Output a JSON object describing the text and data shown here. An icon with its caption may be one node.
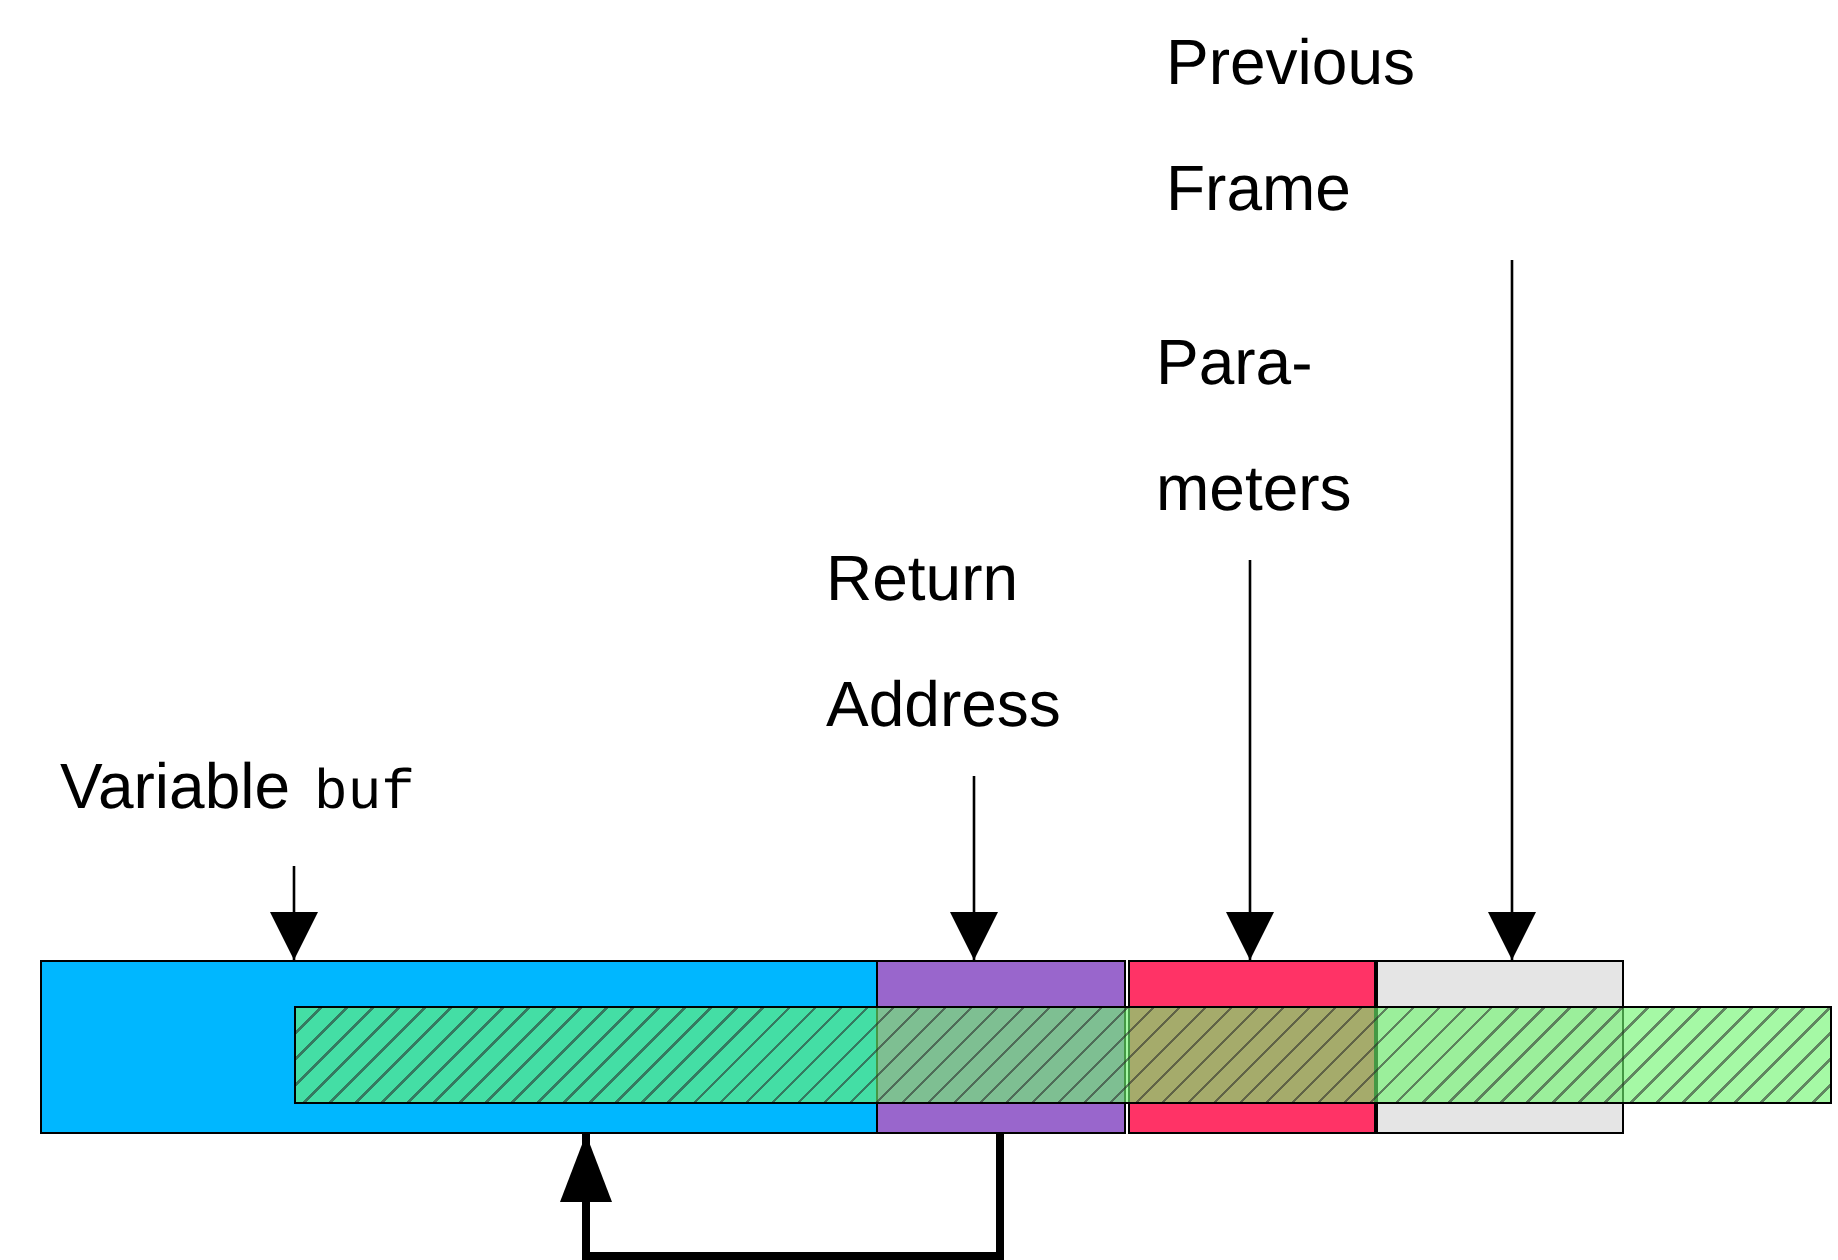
{
  "diagram": {
    "nodes": [
      {
        "text": [
          "Variable",
          "buf"
        ]
      },
      {
        "text": [
          "Return Address"
        ]
      },
      {
        "text": [
          "Para- meters"
        ]
      },
      {
        "text": [
          "Previous Frame"
        ]
      },
      {
        "text": [],
        "shape": "box"
      },
      {
        "text": [],
        "shape": "box"
      },
      {
        "text": [],
        "shape": "box"
      },
      {
        "text": [],
        "shape": "box"
      },
      {
        "text": [],
        "shape": "bar"
      }
    ],
    "edges": [
      {
        "from": 0,
        "to": 4,
        "arrow": "to"
      },
      {
        "from": 1,
        "to": 5,
        "arrow": "to"
      },
      {
        "from": 2,
        "to": 6,
        "arrow": "to"
      },
      {
        "from": 3,
        "to": 7,
        "arrow": "to"
      },
      {
        "from": 5,
        "to": 4,
        "arrow": "to",
        "style": "thick"
      }
    ]
  }
}
